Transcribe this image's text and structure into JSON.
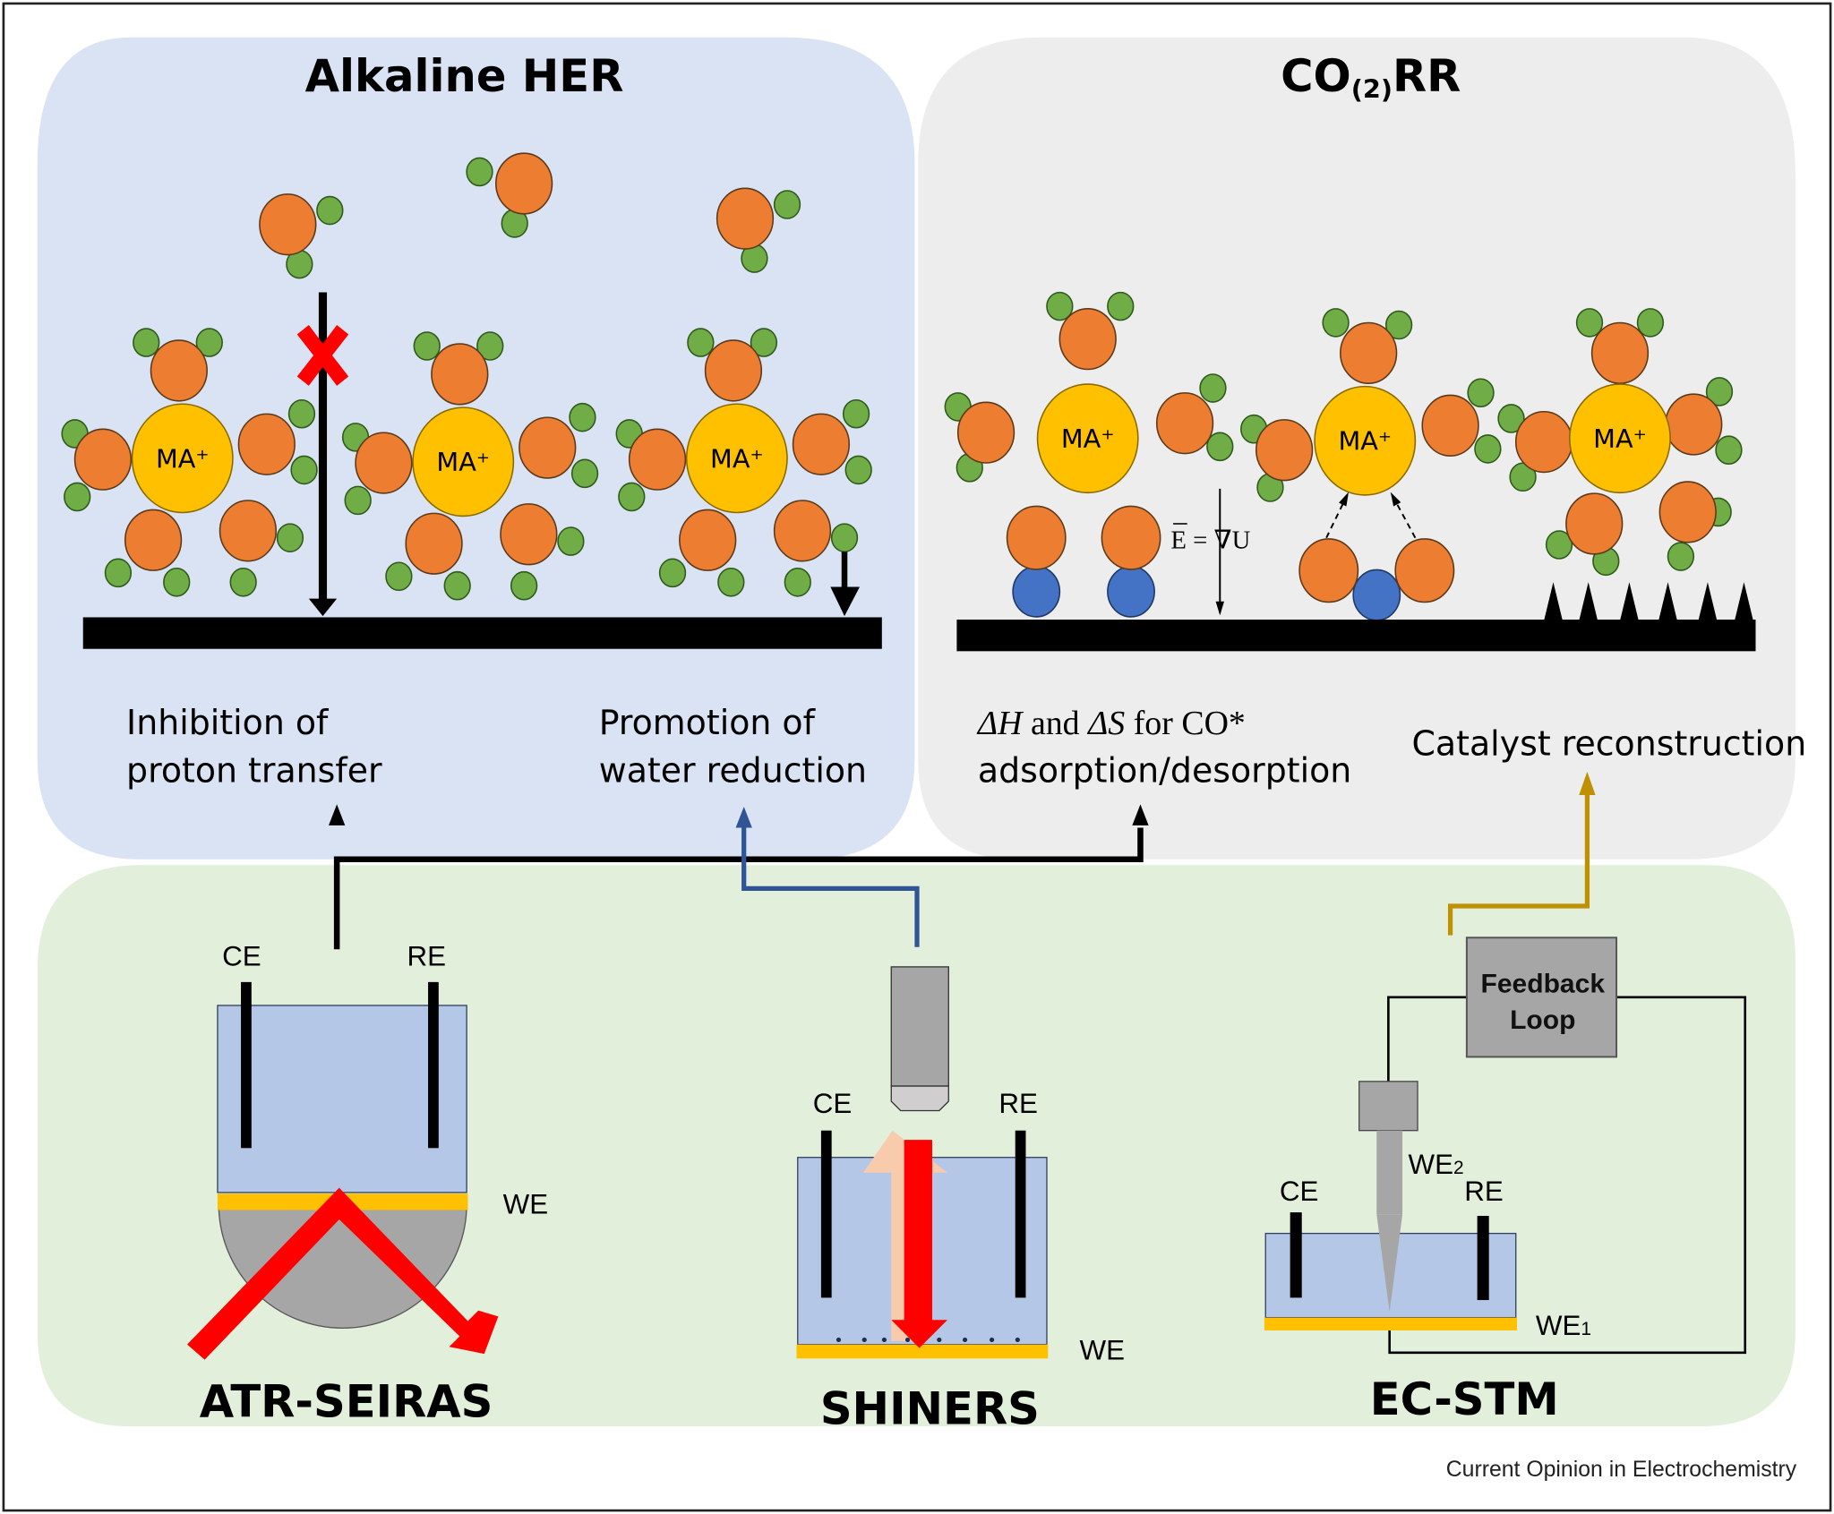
{
  "colors": {
    "oxygen": "#ED7D31",
    "hydrogen": "#70AD47",
    "cation": "#FFC000",
    "carbon": "#4472C4",
    "electrolyte": "#B4C7E7",
    "electrode_gold": "#FFC000",
    "prism": "#A6A6A6",
    "her_panel_bg": "#DAE3F3",
    "co2rr_panel_bg": "#EDEDED",
    "techniques_panel_bg": "#E2EFDA",
    "laser_red": "#FF0000",
    "raman_scatter": "#F8CBAD",
    "arrow_blue": "#2F5597",
    "arrow_gold": "#BF9000"
  },
  "panels": {
    "her": {
      "title": "Alkaline HER",
      "cation_label": "MA⁺",
      "annotation_left_line1": "Inhibition of",
      "annotation_left_line2": "proton transfer",
      "annotation_right_line1": "Promotion of",
      "annotation_right_line2": "water reduction"
    },
    "co2rr": {
      "title_main": "CO",
      "title_sub": "(2)",
      "title_end": "RR",
      "cation_label": "MA⁺",
      "field_equation_e": "E",
      "field_equation_rest": " = ∇U",
      "annotation_left_line1_a": "ΔH",
      "annotation_left_line1_b": " and ",
      "annotation_left_line1_c": "ΔS",
      "annotation_left_line1_d": " for CO*",
      "annotation_left_line2": "adsorption/desorption",
      "annotation_right": "Catalyst reconstruction"
    }
  },
  "techniques": {
    "atr_seiras": {
      "name": "ATR-SEIRAS",
      "ce": "CE",
      "re": "RE",
      "we": "WE"
    },
    "shiners": {
      "name": "SHINERS",
      "ce": "CE",
      "re": "RE",
      "we": "WE"
    },
    "ec_stm": {
      "name": "EC-STM",
      "ce": "CE",
      "re": "RE",
      "we1": "WE",
      "we1_sub": "1",
      "we2": "WE",
      "we2_sub": "2",
      "feedback_line1": "Feedback",
      "feedback_line2": "Loop"
    }
  },
  "credit": "Current Opinion in Electrochemistry"
}
